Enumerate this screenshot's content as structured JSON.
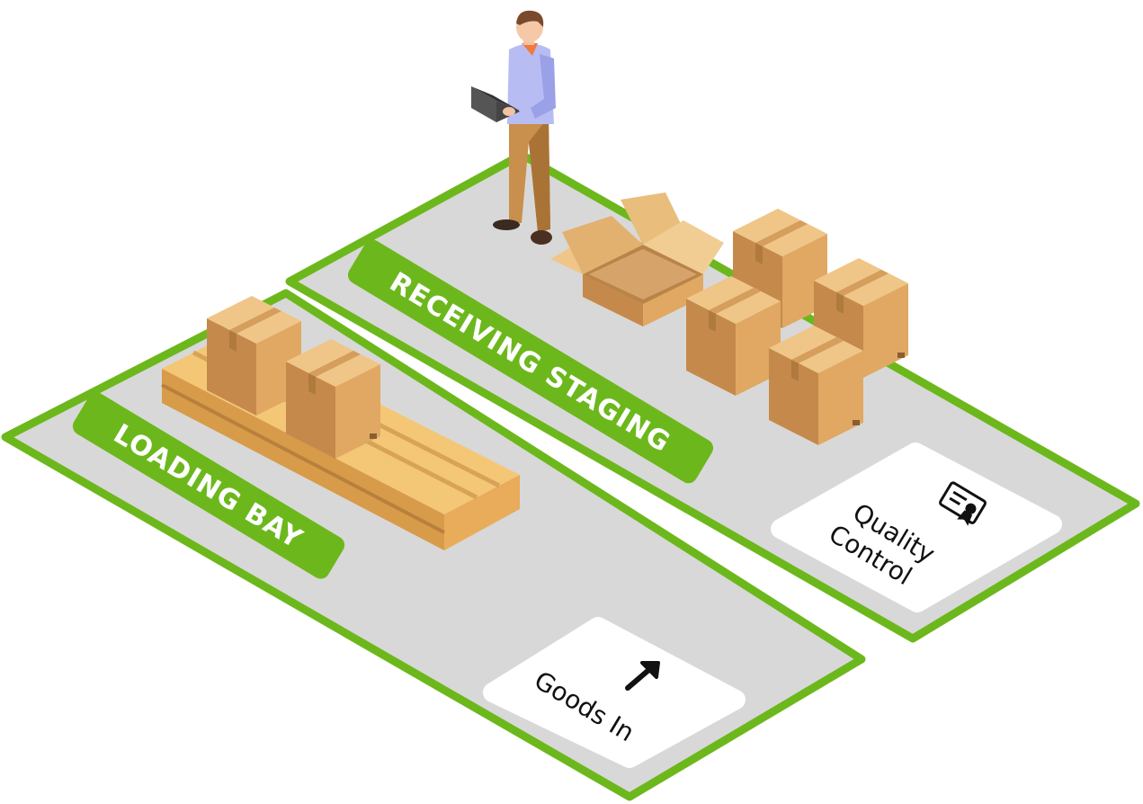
{
  "zones": {
    "loading_bay": {
      "label": "LOADING BAY"
    },
    "receiving_staging": {
      "label": "RECEIVING STAGING"
    }
  },
  "cards": {
    "goods_in": {
      "label": "Goods In",
      "icon": "arrow-up-right-icon"
    },
    "quality_control": {
      "line1": "Quality",
      "line2": "Control",
      "icon": "certificate-icon"
    }
  },
  "colors": {
    "zone_border": "#6cb81c",
    "floor": "#d8d8d8",
    "label_bg": "#6cb81c",
    "box_light": "#e9bd7b",
    "box_dark": "#c58a4b",
    "pallet": "#efba64",
    "shirt": "#b7bdf3",
    "trousers": "#c98f4c"
  }
}
